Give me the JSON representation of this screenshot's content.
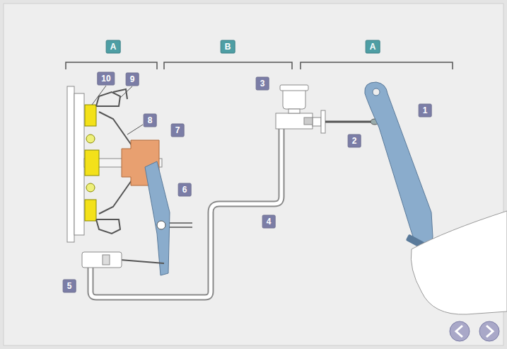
{
  "diagram": {
    "labels": [
      "A",
      "B",
      "A",
      "10",
      "9",
      "8",
      "7",
      "6",
      "5",
      "4",
      "3",
      "2",
      "1"
    ]
  }
}
